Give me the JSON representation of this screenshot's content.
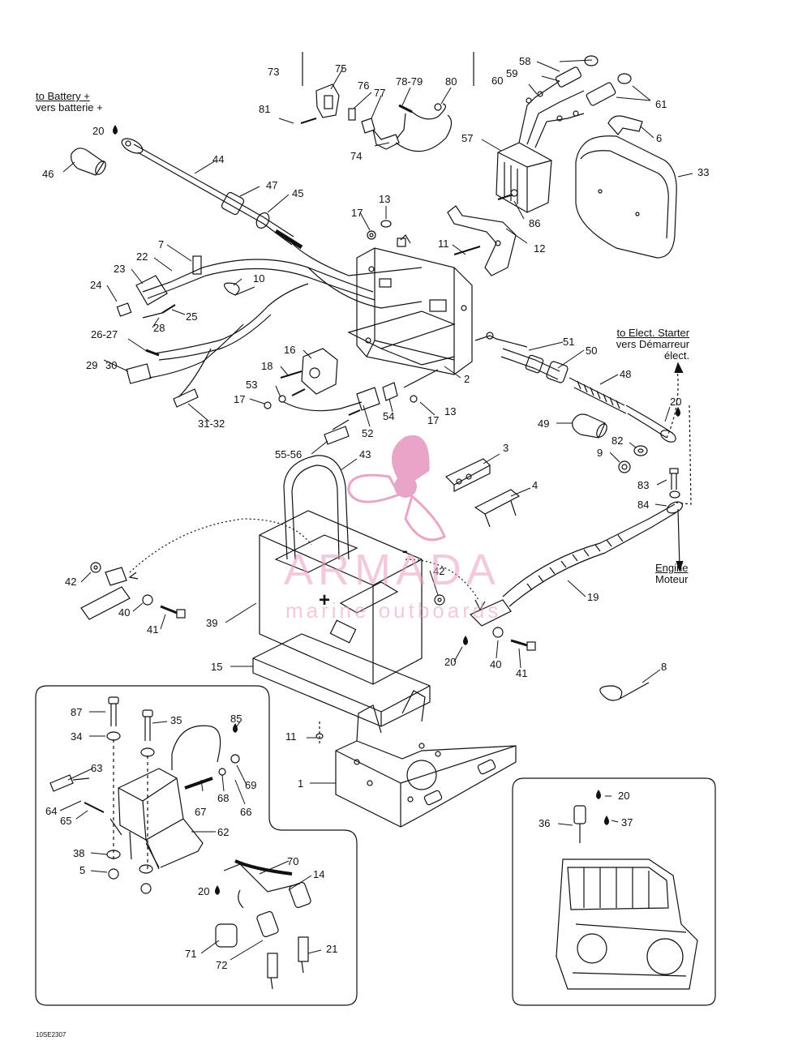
{
  "notes": {
    "battery": {
      "line1": "to Battery +",
      "line2": "vers batterie +"
    },
    "starter": {
      "line1": "to Elect. Starter",
      "line2": "vers Démarreur",
      "line3": "élect."
    },
    "engine": {
      "line1": "Engine",
      "line2": "Moteur"
    }
  },
  "polarity": {
    "plus": "+",
    "minus": "-"
  },
  "watermark": {
    "brand": "ARMADA",
    "tagline": "marine outboards",
    "color": "#e79cc1"
  },
  "drawing_code": "10SE2307",
  "callouts": {
    "c73": "73",
    "c75": "75",
    "c76": "76",
    "c77": "77",
    "c7879": "78-79",
    "c80": "80",
    "c81": "81",
    "c74": "74",
    "c58": "58",
    "c59": "59",
    "c60": "60",
    "c61": "61",
    "c6": "6",
    "c57": "57",
    "c33": "33",
    "c86": "86",
    "c12": "12",
    "c20a": "20",
    "c44": "44",
    "c46": "46",
    "c47": "47",
    "c45": "45",
    "c17a": "17",
    "c13a": "13",
    "c11a": "11",
    "c7": "7",
    "c22": "22",
    "c23": "23",
    "c24": "24",
    "c10": "10",
    "c25": "25",
    "c28": "28",
    "c2627": "26-27",
    "c29": "29",
    "c30": "30",
    "c3132": "31-32",
    "c16": "16",
    "c18": "18",
    "c53": "53",
    "c17b": "17",
    "c52": "52",
    "c54": "54",
    "c13b": "13",
    "c17c": "17",
    "c2": "2",
    "c5556": "55-56",
    "c43": "43",
    "c51": "51",
    "c50": "50",
    "c48": "48",
    "c49": "49",
    "c20b": "20",
    "c82": "82",
    "c9": "9",
    "c83": "83",
    "c84": "84",
    "c3": "3",
    "c4": "4",
    "c19": "19",
    "c42a": "42",
    "c40a": "40",
    "c41a": "41",
    "c39": "39",
    "c15": "15",
    "c42b": "42",
    "c20c": "20",
    "c40b": "40",
    "c41b": "41",
    "c8": "8",
    "c11b": "11",
    "c1": "1",
    "c87": "87",
    "c35": "35",
    "c85": "85",
    "c34": "34",
    "c63": "63",
    "c69": "69",
    "c67": "67",
    "c68": "68",
    "c66": "66",
    "c64": "64",
    "c65": "65",
    "c62": "62",
    "c38": "38",
    "c5": "5",
    "c70": "70",
    "c14": "14",
    "c20d": "20",
    "c71": "71",
    "c72": "72",
    "c21": "21",
    "c20e": "20",
    "c36": "36",
    "c37": "37"
  }
}
